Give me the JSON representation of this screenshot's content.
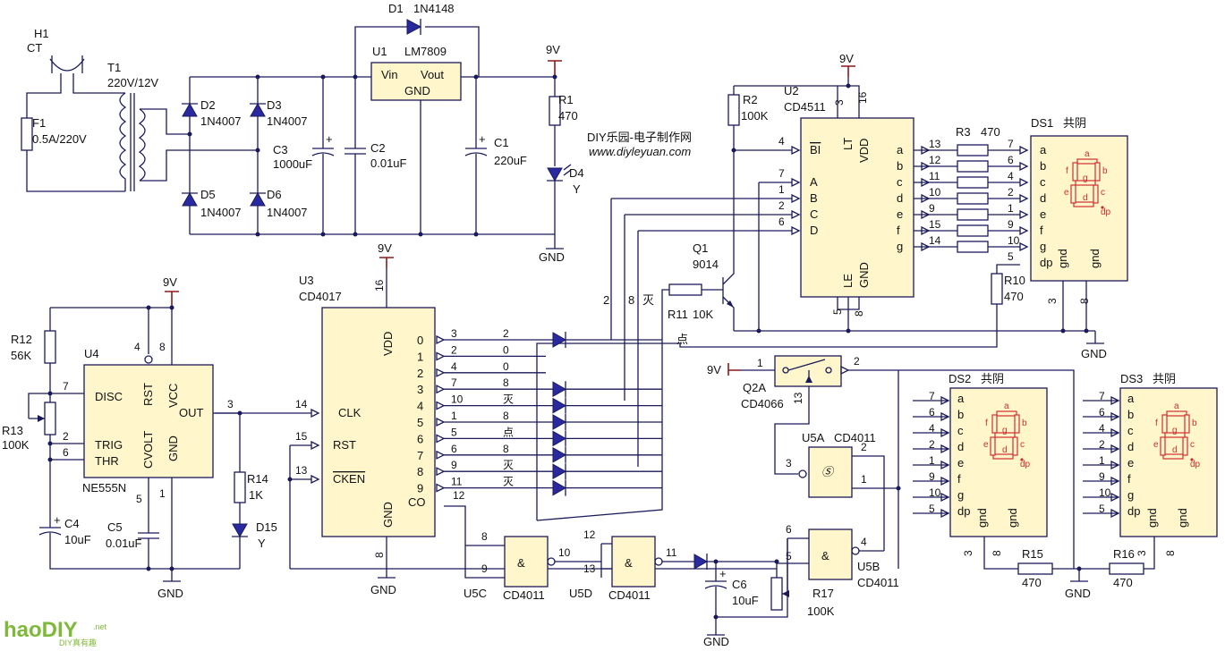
{
  "header": {
    "site": "DIY乐园-电子制作网",
    "url": "www.diyleyuan.com"
  },
  "power": {
    "h1": "H1",
    "ct": "CT",
    "t1": "T1",
    "t1_spec": "220V/12V",
    "f1": "F1",
    "f1_spec": "0.5A/220V",
    "d1": "D1",
    "d1_part": "1N4148",
    "u1": "U1",
    "u1_part": "LM7809",
    "u1_vin": "Vin",
    "u1_vout": "Vout",
    "u1_gnd": "GND",
    "d2": "D2",
    "d3": "D3",
    "d5": "D5",
    "d6": "D6",
    "d_part": "1N4007",
    "c3": "C3",
    "c3_val": "1000uF",
    "c2": "C2",
    "c2_val": "0.01uF",
    "c1": "C1",
    "c1_val": "220uF",
    "r1": "R1",
    "r1_val": "470",
    "d4": "D4",
    "d4_col": "Y",
    "v9": "9V",
    "gnd": "GND"
  },
  "u2": {
    "name": "U2",
    "part": "CD4511",
    "pins": [
      "BI",
      "A",
      "B",
      "C",
      "D",
      "LT",
      "VDD",
      "LE",
      "GND"
    ],
    "outs": [
      "a",
      "b",
      "c",
      "d",
      "e",
      "f",
      "g"
    ],
    "pin_nums": [
      "4",
      "7",
      "1",
      "2",
      "6",
      "3",
      "16",
      "5",
      "8"
    ]
  },
  "r2": {
    "name": "R2",
    "val": "100K"
  },
  "r3": {
    "name": "R3",
    "val": "470"
  },
  "ds1": {
    "name": "DS1",
    "type": "共阴",
    "pins": [
      "a",
      "b",
      "c",
      "d",
      "e",
      "f",
      "g",
      "dp"
    ],
    "nums": [
      "7",
      "6",
      "4",
      "2",
      "1",
      "9",
      "10",
      "5"
    ],
    "in_nums": [
      "13",
      "12",
      "11",
      "10",
      "9",
      "15",
      "14"
    ],
    "gnd": "gnd",
    "gndpins": [
      "3",
      "8"
    ]
  },
  "r10": {
    "name": "R10",
    "val": "470"
  },
  "q1": {
    "name": "Q1",
    "part": "9014"
  },
  "r11": {
    "name": "R11",
    "val": "10K"
  },
  "u3": {
    "name": "U3",
    "part": "CD4017",
    "pins": [
      "CLK",
      "RST",
      "CKEN",
      "VDD",
      "GND",
      "CO"
    ],
    "pin_left": [
      "14",
      "15",
      "13"
    ],
    "pin_top": "16",
    "pin_bot": "8",
    "outs": [
      "0",
      "1",
      "2",
      "3",
      "4",
      "5",
      "6",
      "7",
      "8",
      "9"
    ],
    "out_pins": [
      "3",
      "2",
      "4",
      "7",
      "10",
      "1",
      "5",
      "6",
      "9",
      "11"
    ],
    "co_pin": "12",
    "out_labels": [
      "2",
      "0",
      "0",
      "8",
      "灭",
      "8",
      "点",
      "8",
      "灭",
      "灭"
    ]
  },
  "bus": {
    "b2": "2",
    "b8": "8",
    "mie": "灭",
    "dian": "点"
  },
  "u4": {
    "name": "U4",
    "part": "NE555N",
    "pins": [
      "DISC",
      "TRIG",
      "THR",
      "RST",
      "VCC",
      "OUT",
      "CVOLT",
      "GND"
    ],
    "nums": [
      "7",
      "2",
      "6",
      "4",
      "8",
      "3",
      "5",
      "1"
    ]
  },
  "r12": {
    "name": "R12",
    "val": "56K"
  },
  "r13": {
    "name": "R13",
    "val": "100K"
  },
  "c4": {
    "name": "C4",
    "val": "10uF"
  },
  "c5": {
    "name": "C5",
    "val": "0.01uF"
  },
  "r14": {
    "name": "R14",
    "val": "1K"
  },
  "d15": {
    "name": "D15",
    "col": "Y"
  },
  "q2": {
    "name": "Q2A",
    "part": "CD4066",
    "pins": [
      "1",
      "2",
      "13"
    ]
  },
  "u5a": {
    "name": "U5A",
    "part": "CD4011",
    "pins": [
      "2",
      "1",
      "3"
    ]
  },
  "u5b": {
    "name": "U5B",
    "part": "CD4011",
    "pins": [
      "6",
      "5",
      "4"
    ]
  },
  "u5c": {
    "name": "U5C",
    "part": "CD4011",
    "pins": [
      "8",
      "9",
      "10"
    ]
  },
  "u5d": {
    "name": "U5D",
    "part": "CD4011",
    "pins": [
      "12",
      "13",
      "11"
    ]
  },
  "c6": {
    "name": "C6",
    "val": "10uF"
  },
  "r17": {
    "name": "R17",
    "val": "100K"
  },
  "ds2": {
    "name": "DS2",
    "type": "共阴",
    "nums": [
      "7",
      "6",
      "4",
      "2",
      "1",
      "9",
      "10",
      "5"
    ]
  },
  "ds3": {
    "name": "DS3",
    "type": "共阴",
    "nums": [
      "7",
      "6",
      "4",
      "2",
      "1",
      "9",
      "10",
      "5"
    ]
  },
  "r15": {
    "name": "R15",
    "val": "470"
  },
  "r16": {
    "name": "R16",
    "val": "470"
  },
  "dsgnd": [
    "3",
    "8"
  ],
  "logo": {
    "main": "haoDIY",
    "sub": "DIY真有趣",
    "net": ".net"
  }
}
